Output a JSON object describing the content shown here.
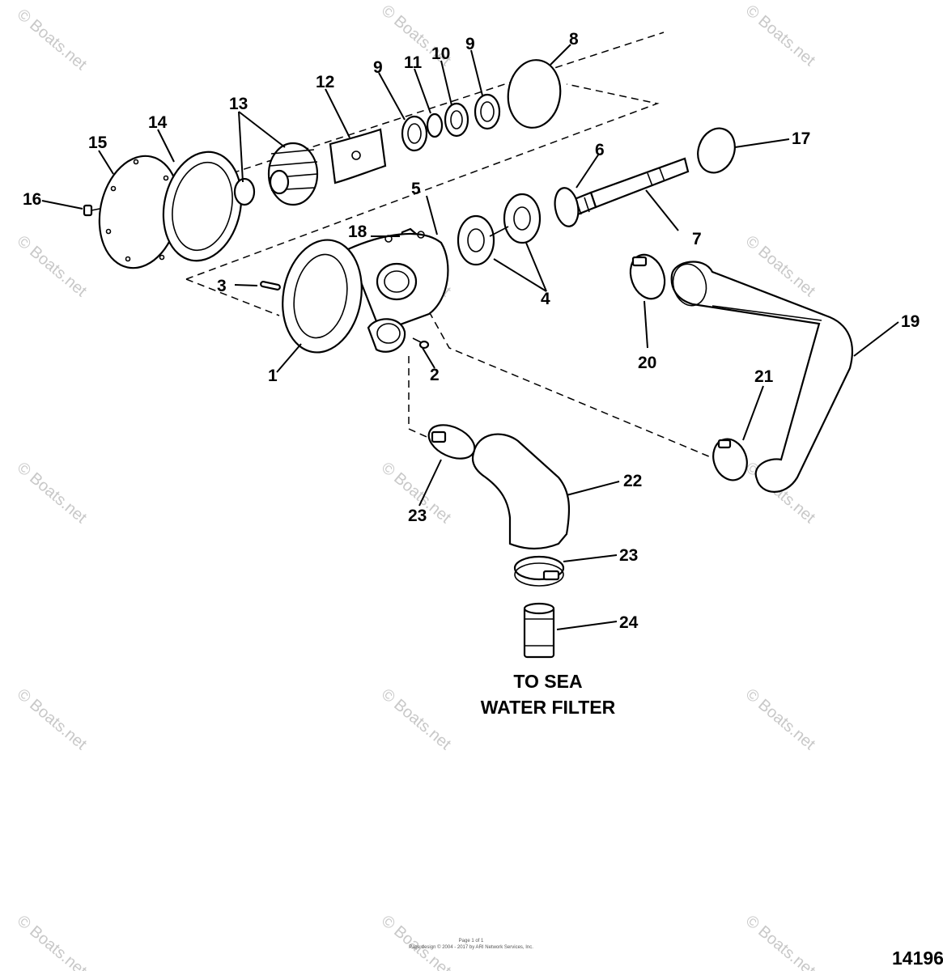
{
  "watermark": "© Boats.net",
  "caption": {
    "line1": "TO SEA",
    "line2": "WATER FILTER"
  },
  "figure_number": "14196",
  "footer": {
    "page": "Page 1 of 1",
    "copyright": "Page design © 2004 - 2017 by ARI Network Services, Inc."
  },
  "callouts": [
    {
      "id": "c1",
      "label": "1"
    },
    {
      "id": "c2",
      "label": "2"
    },
    {
      "id": "c3",
      "label": "3"
    },
    {
      "id": "c4",
      "label": "4"
    },
    {
      "id": "c5",
      "label": "5"
    },
    {
      "id": "c6",
      "label": "6"
    },
    {
      "id": "c7",
      "label": "7"
    },
    {
      "id": "c8",
      "label": "8"
    },
    {
      "id": "c9a",
      "label": "9"
    },
    {
      "id": "c9b",
      "label": "9"
    },
    {
      "id": "c10",
      "label": "10"
    },
    {
      "id": "c11",
      "label": "11"
    },
    {
      "id": "c12",
      "label": "12"
    },
    {
      "id": "c13",
      "label": "13"
    },
    {
      "id": "c14",
      "label": "14"
    },
    {
      "id": "c15",
      "label": "15"
    },
    {
      "id": "c16",
      "label": "16"
    },
    {
      "id": "c17",
      "label": "17"
    },
    {
      "id": "c18",
      "label": "18"
    },
    {
      "id": "c19",
      "label": "19"
    },
    {
      "id": "c20",
      "label": "20"
    },
    {
      "id": "c21",
      "label": "21"
    },
    {
      "id": "c22",
      "label": "22"
    },
    {
      "id": "c23a",
      "label": "23"
    },
    {
      "id": "c23b",
      "label": "23"
    },
    {
      "id": "c24",
      "label": "24"
    }
  ]
}
